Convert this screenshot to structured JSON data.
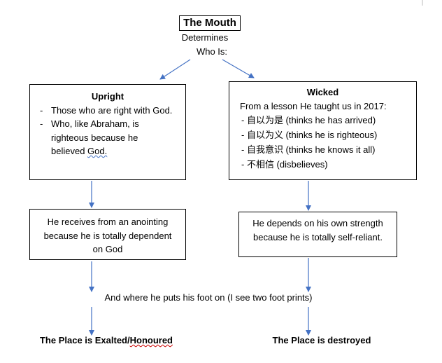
{
  "title": "The Mouth",
  "subtitle_line1": "Determines",
  "subtitle_line2": "Who Is:",
  "upright": {
    "heading": "Upright",
    "items": [
      "Those who are right with God.",
      "Who, like Abraham, is righteous because he believed "
    ],
    "underlined": "God."
  },
  "wicked": {
    "heading": "Wicked",
    "intro": "From a lesson He taught us in 2017:",
    "items": [
      "- 自以为是 (thinks he has arrived)",
      "- 自以为义 (thinks he is righteous)",
      "- 自我意识 (thinks he knows it all)",
      "- 不相信 (disbelieves)"
    ]
  },
  "left_box": "He receives from an anointing because he is totally dependent on God",
  "right_box": "He depends on his own strength because he is totally self-reliant.",
  "middle_text": "And where he puts his foot on (I see two foot prints)",
  "left_result_prefix": "The Place is Exalted/",
  "left_result_underlined": "Honoured",
  "right_result": "The Place is destroyed",
  "colors": {
    "arrow": "#4472c4"
  }
}
